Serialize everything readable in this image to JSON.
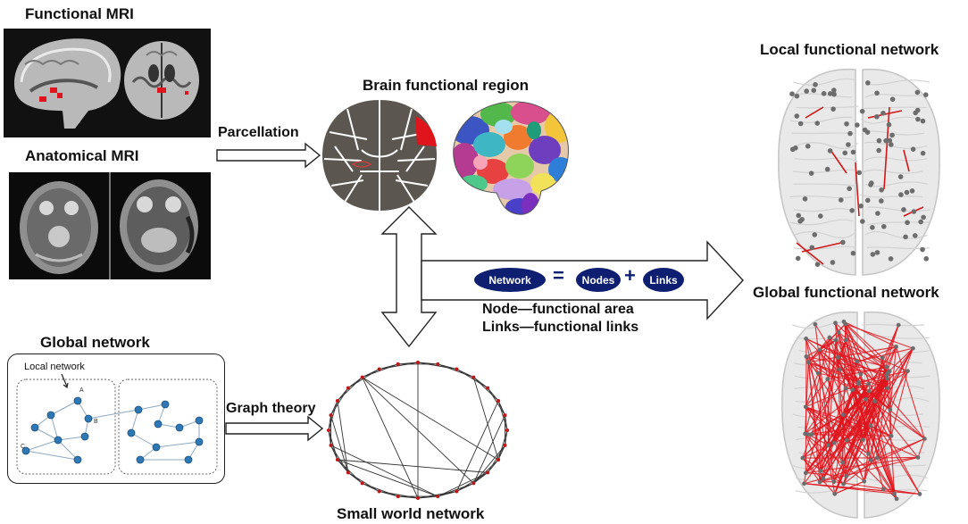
{
  "labels": {
    "functional_mri": "Functional MRI",
    "anatomical_mri": "Anatomical MRI",
    "parcellation": "Parcellation",
    "brain_functional_region": "Brain functional region",
    "local_functional_network": "Local functional network",
    "global_functional_network": "Global functional network",
    "global_network": "Global network",
    "local_network": "Local network",
    "graph_theory": "Graph theory",
    "small_world_network": "Small world network",
    "node_def": "Node—functional area",
    "links_def": "Links—functional links"
  },
  "equation": {
    "network": "Network",
    "equals": "=",
    "nodes": "Nodes",
    "plus": "+",
    "links": "Links"
  },
  "node_markers": {
    "a": "A",
    "b": "B",
    "c": "C"
  },
  "colors": {
    "navy": "#0e1f72",
    "red": "#e0141c",
    "gray_region": "#5b5650",
    "node_blue": "#2f78b6"
  }
}
